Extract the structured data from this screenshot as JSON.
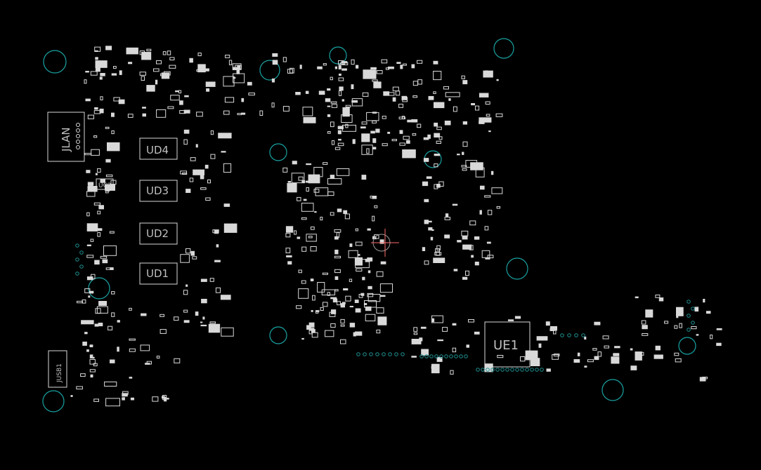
{
  "labels": {
    "jlan": "JLAN",
    "ud4": "UD4",
    "ud3": "UD3",
    "ud2": "UD2",
    "ud1": "UD1",
    "ue1": "UE1",
    "usb": "JUSB1",
    "uc2": "UC2"
  },
  "colors": {
    "background": "#000000",
    "silkscreen": "#d9d9d9",
    "mounting_hole": "#1aa3a3",
    "cursor": "#ff6b6b"
  }
}
